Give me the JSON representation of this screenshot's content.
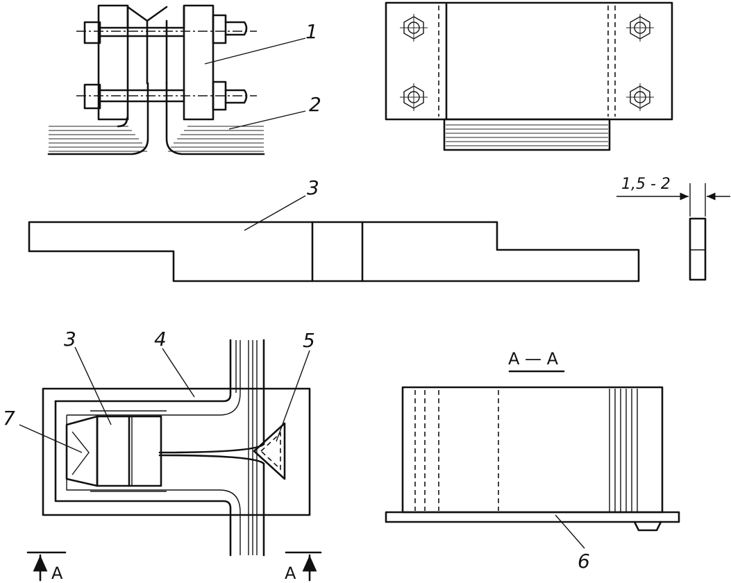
{
  "labels": {
    "part1": "1",
    "part2": "2",
    "part3_plate": "3",
    "part3_assembly": "3",
    "part4": "4",
    "part5": "5",
    "part6": "6",
    "part7": "7"
  },
  "dimension": {
    "thickness": "1,5 - 2"
  },
  "section": {
    "title": "A — A",
    "mark_left": "A",
    "mark_right": "A"
  }
}
